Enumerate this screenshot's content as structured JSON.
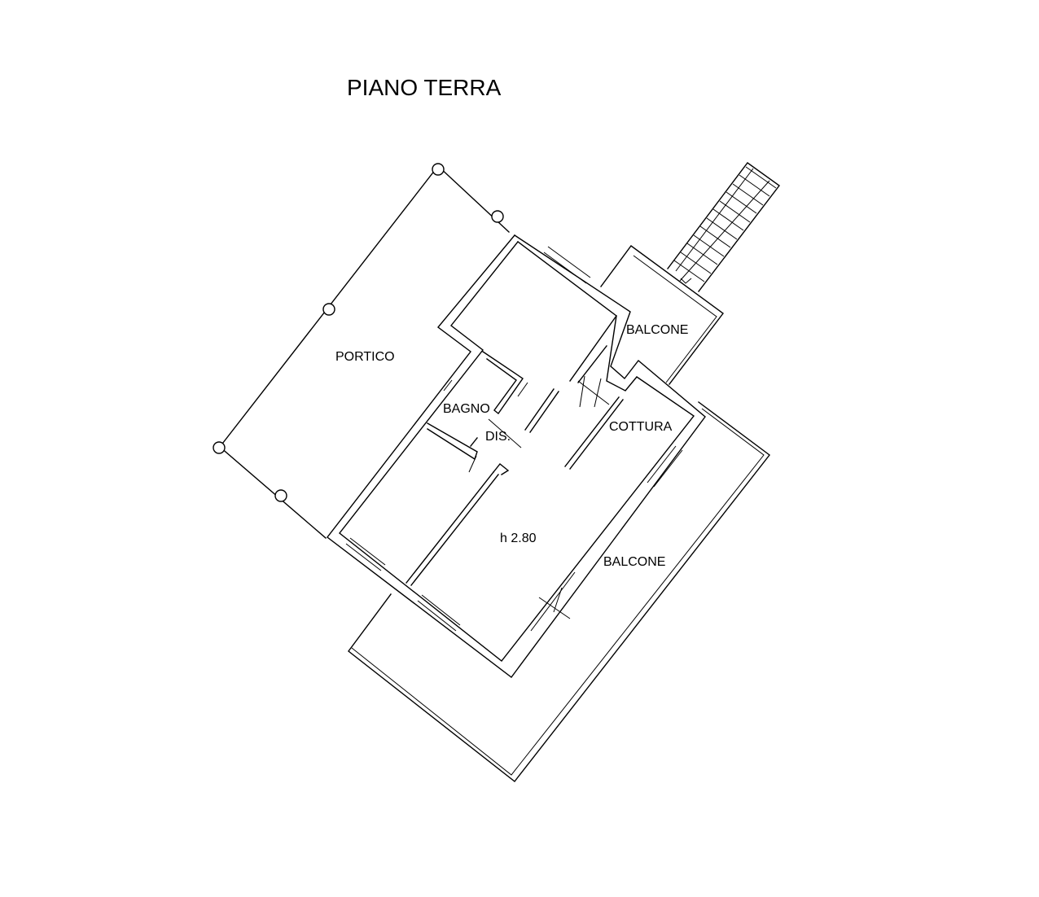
{
  "title": "PIANO TERRA",
  "rooms": {
    "portico": "PORTICO",
    "balcone_top": "BALCONE",
    "bagno": "BAGNO",
    "dis": "DIS.",
    "cottura": "COTTURA",
    "height": "h 2.80",
    "balcone_bottom": "BALCONE"
  }
}
